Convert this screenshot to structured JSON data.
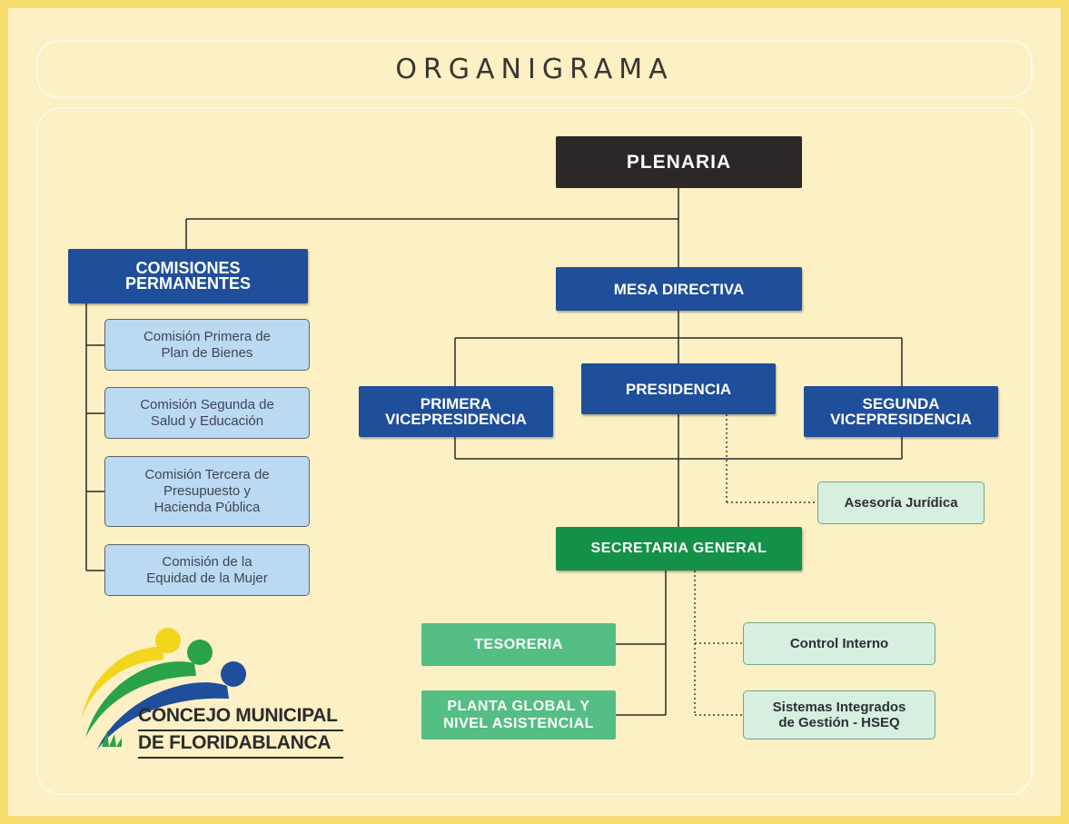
{
  "title": "ORGANIGRAMA",
  "nodes": {
    "plenaria": "PLENARIA",
    "comisiones_permanentes": "COMISIONES\nPERMANENTES",
    "mesa_directiva": "MESA DIRECTIVA",
    "presidencia": "PRESIDENCIA",
    "primera_vicepresidencia": "PRIMERA\nVICEPRESIDENCIA",
    "segunda_vicepresidencia": "SEGUNDA\nVICEPRESIDENCIA",
    "asesoria_juridica": "Asesoría Jurídica",
    "secretaria_general": "SECRETARIA GENERAL",
    "tesoreria": "TESORERIA",
    "planta_global": "PLANTA GLOBAL Y\nNIVEL ASISTENCIAL",
    "control_interno": "Control Interno",
    "sistemas_integrados": "Sistemas Integrados\nde Gestión - HSEQ"
  },
  "comisiones": [
    "Comisión Primera de\nPlan de Bienes",
    "Comisión Segunda de\nSalud y Educación",
    "Comisión Tercera de\nPresupuesto y\nHacienda Pública",
    "Comisión de la\nEquidad de la Mujer"
  ],
  "logo": {
    "line1": "CONCEJO MUNICIPAL",
    "line2": "DE FLORIDABLANCA"
  },
  "colors": {
    "background": "#fdf0c4",
    "border": "#f6dc6a",
    "plenaria": "#2b2827",
    "blue": "#1f4e9b",
    "light_blue": "#bcd9f2",
    "dark_green": "#139148",
    "medium_green": "#54be84",
    "light_green": "#d6efdf"
  }
}
